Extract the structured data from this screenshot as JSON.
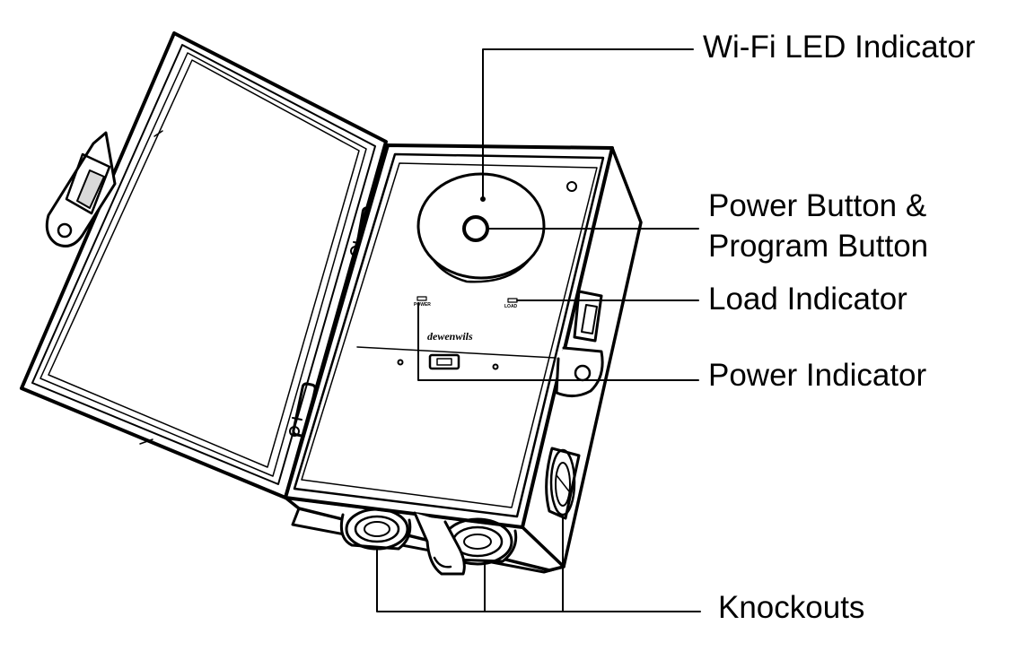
{
  "callouts": {
    "wifi_led": "Wi-Fi LED Indicator",
    "power_program_button_line1": "Power Button &",
    "power_program_button_line2": "Program Button",
    "load_indicator": "Load Indicator",
    "power_indicator": "Power Indicator",
    "knockouts": "Knockouts"
  },
  "device": {
    "brand_text": "dewenwils",
    "power_led_label": "POWER",
    "load_led_label": "LOAD"
  },
  "colors": {
    "line": "#000000",
    "background": "#ffffff"
  }
}
